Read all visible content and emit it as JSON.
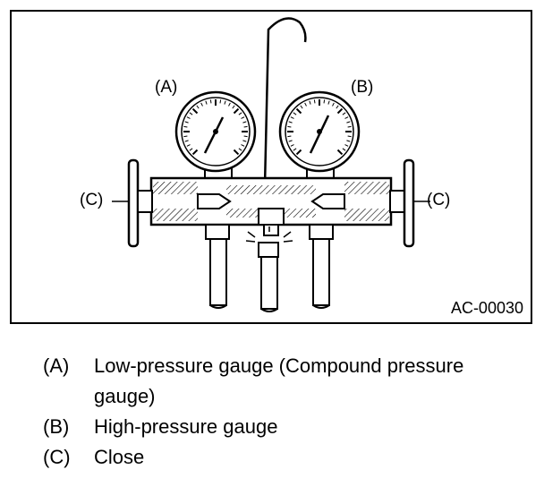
{
  "figure": {
    "id": "AC-00030",
    "callouts": {
      "a": "(A)",
      "b": "(B)",
      "c_left": "(C)",
      "c_right": "(C)"
    }
  },
  "legend": [
    {
      "key": "(A)",
      "text": "Low-pressure gauge (Compound pressure gauge)"
    },
    {
      "key": "(B)",
      "text": "High-pressure gauge"
    },
    {
      "key": "(C)",
      "text": "Close"
    }
  ]
}
